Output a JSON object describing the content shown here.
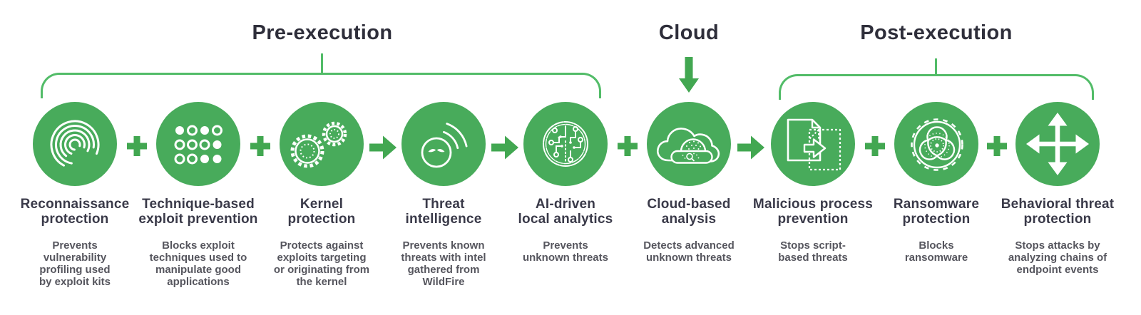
{
  "sections": {
    "pre": {
      "title": "Pre-execution"
    },
    "cloud": {
      "title": "Cloud"
    },
    "post": {
      "title": "Post-execution"
    }
  },
  "stages": [
    {
      "icon": "fingerprint-icon",
      "title": "Reconnaissance\nprotection",
      "description": "Prevents\nvulnerability\nprofiling used\nby exploit kits"
    },
    {
      "icon": "dots-grid-icon",
      "title": "Technique-based\nexploit prevention",
      "description": "Blocks exploit\ntechniques used to\nmanipulate good\napplications"
    },
    {
      "icon": "gears-icon",
      "title": "Kernel\nprotection",
      "description": "Protects against\nexploits targeting\nor originating from\nthe kernel"
    },
    {
      "icon": "threat-face-icon",
      "title": "Threat\nintelligence",
      "description": "Prevents known\nthreats with intel\ngathered from\nWildFire"
    },
    {
      "icon": "ai-circuit-icon",
      "title": "AI-driven\nlocal analytics",
      "description": "Prevents\nunknown threats"
    },
    {
      "icon": "wildfire-cloud-icon",
      "title": "Cloud-based\nanalysis",
      "description": "Detects advanced\nunknown threats"
    },
    {
      "icon": "document-export-icon",
      "title": "Malicious process\nprevention",
      "description": "Stops script-\nbased threats"
    },
    {
      "icon": "biohazard-gear-icon",
      "title": "Ransomware\nprotection",
      "description": "Blocks\nransomware"
    },
    {
      "icon": "move-arrows-icon",
      "title": "Behavioral threat\nprotection",
      "description": "Stops attacks by\nanalyzing chains of\nendpoint events"
    }
  ],
  "connectors": [
    "plus",
    "plus",
    "arrow",
    "arrow",
    "plus",
    "arrow",
    "plus",
    "plus"
  ],
  "colors": {
    "circle_green": "#48ab5b",
    "connector_green": "#42a751",
    "bracket_green": "#52bc68",
    "section_title": "#2e2e3a",
    "stage_title": "#3a3a49",
    "description_gray": "#56565e",
    "icon_white": "#ffffff"
  }
}
